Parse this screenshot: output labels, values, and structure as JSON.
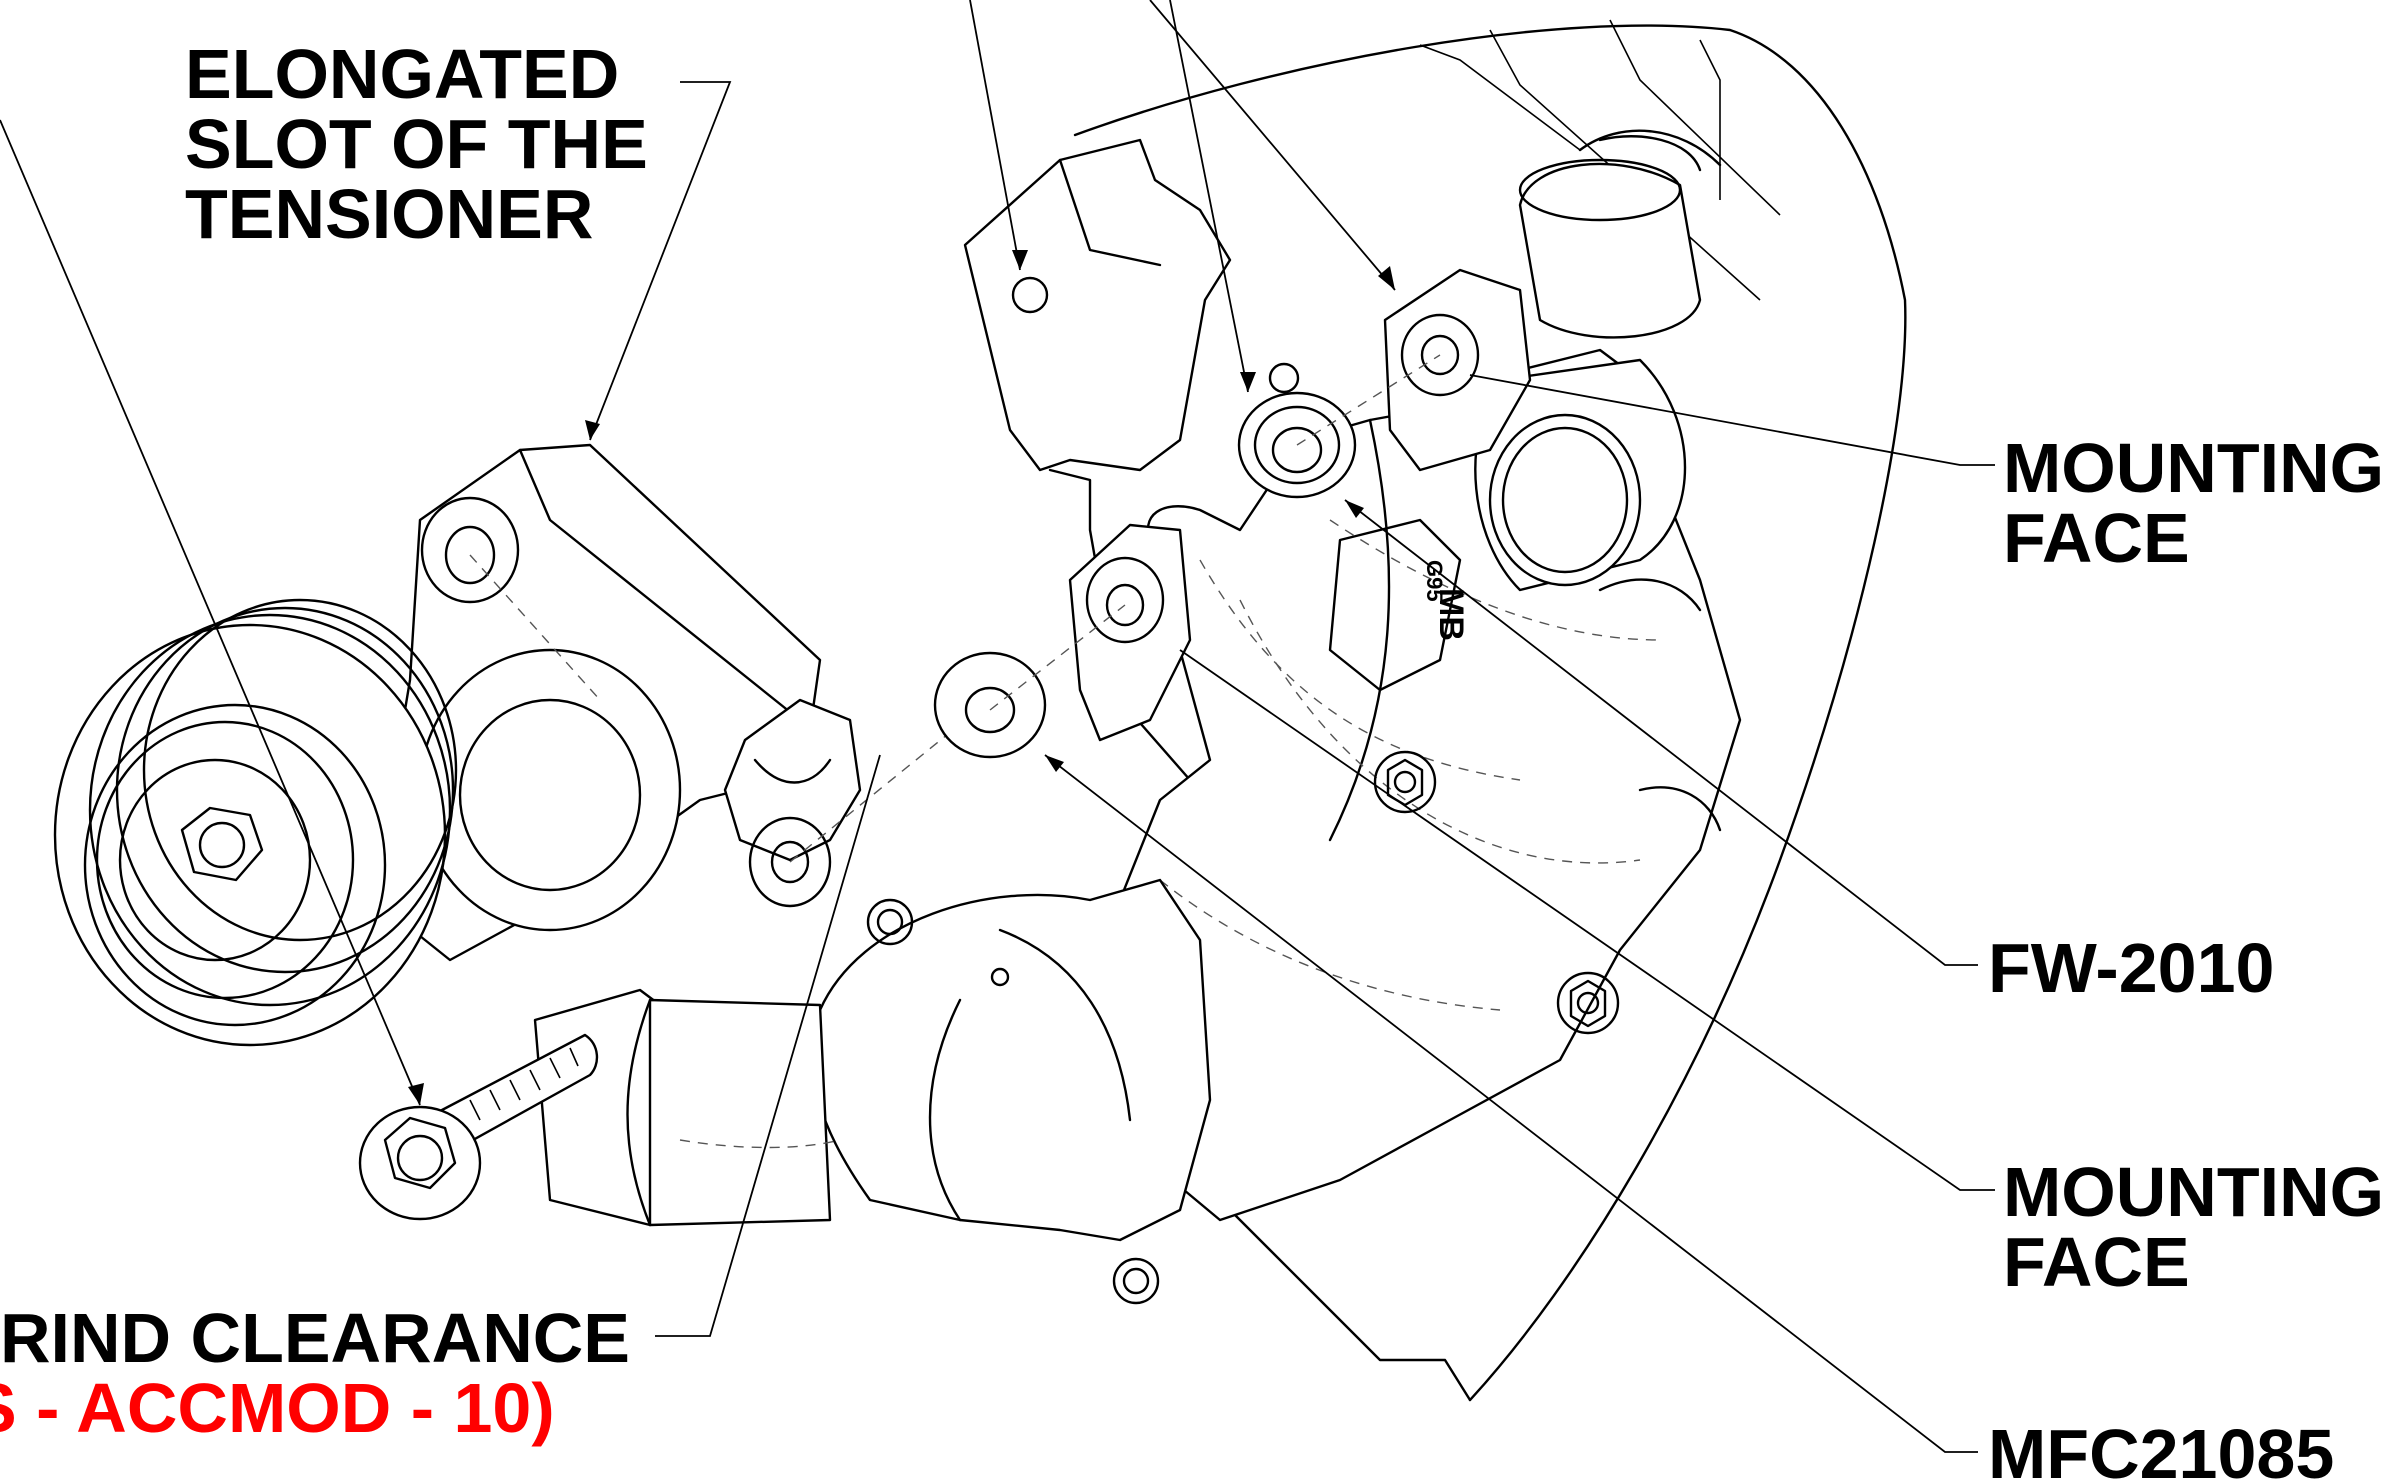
{
  "callouts": {
    "elongated_slot": [
      "ELONGATED",
      "SLOT OF THE",
      "TENSIONER"
    ],
    "mounting_face_upper": [
      "MOUNTING",
      "FACE"
    ],
    "fw": "FW-2010",
    "mounting_face_lower": [
      "MOUNTING",
      "FACE"
    ],
    "mfc": "MFC21085",
    "grind_clearance": "RIND CLEARANCE",
    "accmod_ref": "S - ACCMOD - 10)"
  },
  "part_marking": {
    "stamp": "G95",
    "logo": "MB"
  },
  "colors": {
    "label": "#000000",
    "reference": "#ff0000",
    "linework": "#000000"
  }
}
